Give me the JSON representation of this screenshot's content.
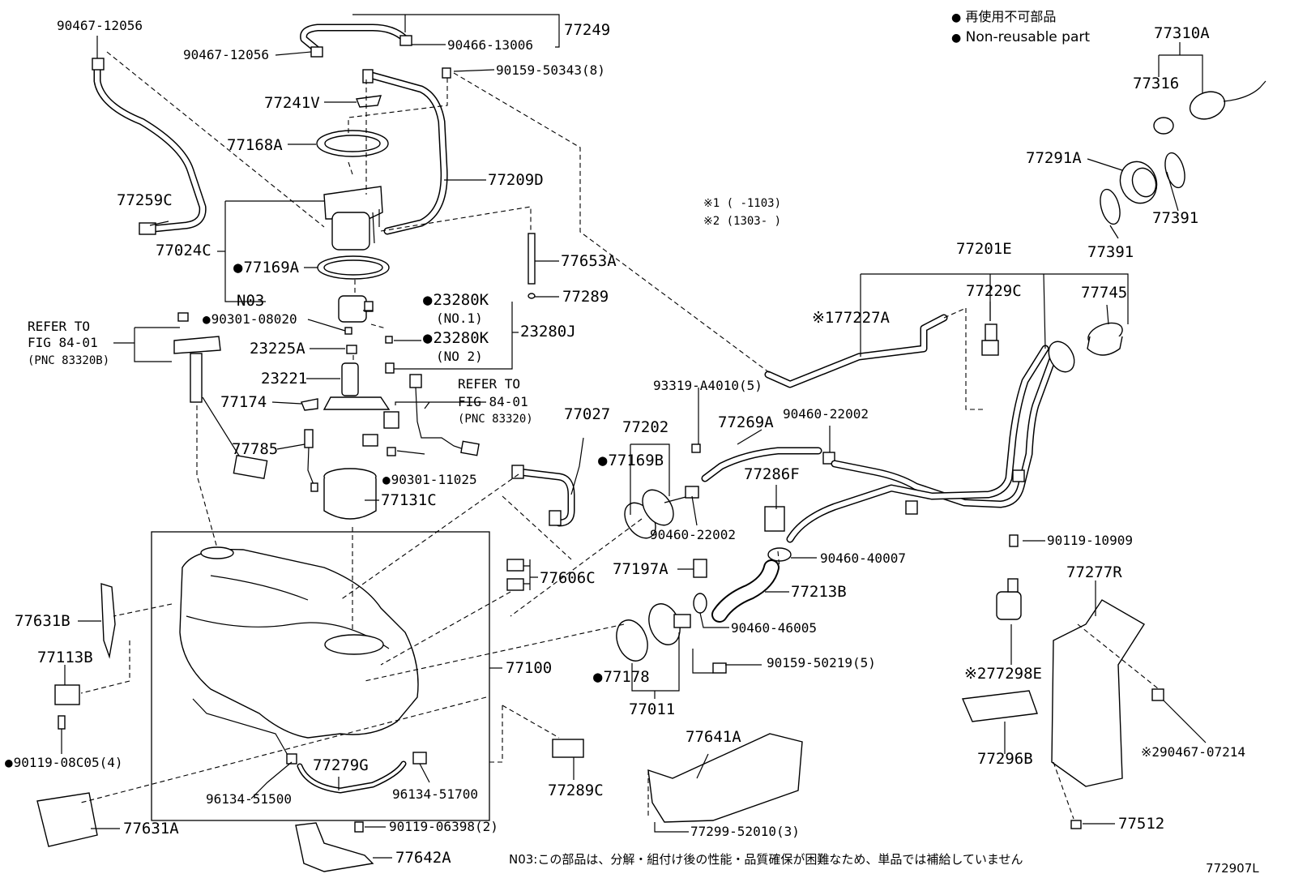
{
  "legend": {
    "non_reusable_jp": "再使用不可部品",
    "non_reusable_en": "Non-reusable part"
  },
  "notes": {
    "range1": "※1 (      -1103)",
    "range2": "※2 (1303-      )",
    "n03_note": "N03:この部品は、分解・組付け後の性能・品質確保が困難なため、単品では補給していません",
    "figure_id": "772907L"
  },
  "labels": {
    "p90467_12056_a": "90467-12056",
    "p90467_12056_b": "90467-12056",
    "p90466_13006": "90466-13006",
    "p77249": "77249",
    "p90159_50343": "90159-50343(8)",
    "p77241V": "77241V",
    "p77168A": "77168A",
    "p77209D": "77209D",
    "p77259C": "77259C",
    "p77024C": "77024C",
    "p77169A": "77169A",
    "p77653A": "77653A",
    "pN03": "N03",
    "p77289": "77289",
    "p23280K_1": "23280K",
    "p23280K_1_no": "(NO.1)",
    "p23280K_2": "23280K",
    "p23280K_2_no": "(NO 2)",
    "p23280J": "23280J",
    "p90301_08020": "90301-08020",
    "p23225A": "23225A",
    "p23221": "23221",
    "refer1_a": "REFER TO",
    "refer1_b": "FIG 84-01",
    "refer1_c": "(PNC 83320B)",
    "refer2_a": "REFER TO",
    "refer2_b": "FIG 84-01",
    "refer2_c": "(PNC 83320)",
    "p77174": "77174",
    "p77785": "77785",
    "p90301_11025": "90301-11025",
    "p77131C": "77131C",
    "p77027": "77027",
    "p77202": "77202",
    "p77169B": "77169B",
    "p93319_A4010": "93319-A4010(5)",
    "p77269A": "77269A",
    "p90460_22002_a": "90460-22002",
    "p90460_22002_b": "90460-22002",
    "p77286F": "77286F",
    "p90460_40007": "90460-40007",
    "p77197A": "77197A",
    "p77213B": "77213B",
    "p90460_46005": "90460-46005",
    "p90159_50219": "90159-50219(5)",
    "p77606C": "77606C",
    "p77631B": "77631B",
    "p77113B": "77113B",
    "p90119_08C05": "90119-08C05(4)",
    "p77100": "77100",
    "p77178": "77178",
    "p77011": "77011",
    "p77279G": "77279G",
    "p96134_51500": "96134-51500",
    "p96134_51700": "96134-51700",
    "p77289C": "77289C",
    "p77641A": "77641A",
    "p77299_52010": "77299-52010(3)",
    "p77631A": "77631A",
    "p90119_06398": "90119-06398(2)",
    "p77642A": "77642A",
    "p77310A": "77310A",
    "p77316": "77316",
    "p77291A": "77291A",
    "p77391_a": "77391",
    "p77391_b": "77391",
    "p77201E": "77201E",
    "p77229C": "77229C",
    "p77745": "77745",
    "p77227A": "※177227A",
    "p90119_10909": "90119-10909",
    "p77277R": "77277R",
    "p77298E": "※277298E",
    "p90467_07214": "※290467-07214",
    "p77296B": "77296B",
    "p77512": "77512"
  }
}
